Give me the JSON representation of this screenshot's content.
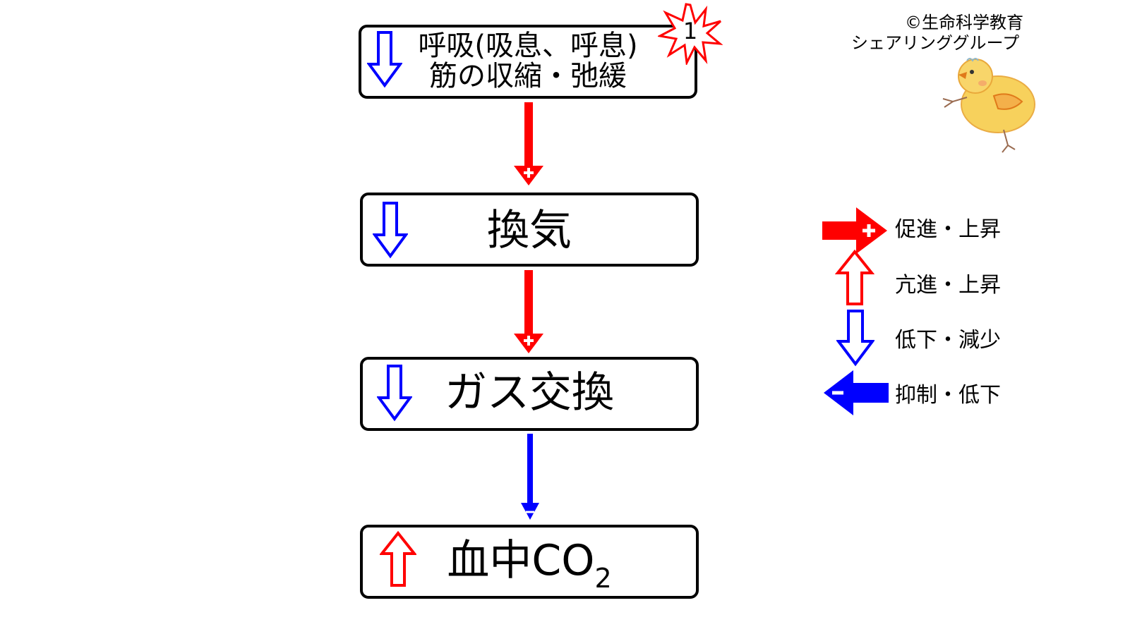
{
  "diagram": {
    "box1": {
      "line1": "呼吸(吸息、呼息)",
      "line2": "筋の収縮・弛緩",
      "trend": "down"
    },
    "box2": {
      "label": "換気",
      "trend": "down"
    },
    "box3": {
      "label": "ガス交換",
      "trend": "down"
    },
    "box4": {
      "label": "血中CO",
      "subscript": "2",
      "trend": "up"
    },
    "badge": "1",
    "links": [
      {
        "from": "box1",
        "to": "box2",
        "effect": "promote",
        "sign": "+",
        "color": "#ff0000"
      },
      {
        "from": "box2",
        "to": "box3",
        "effect": "promote",
        "sign": "+",
        "color": "#ff0000"
      },
      {
        "from": "box3",
        "to": "box4",
        "effect": "inhibit",
        "sign": "−",
        "color": "#0000ff"
      }
    ]
  },
  "credit": {
    "line1": "©生命科学教育",
    "line2": "シェアリンググループ",
    "mascot": "chick-drawing"
  },
  "legend": [
    {
      "symbol": "red-plus-arrow",
      "label": "促進・上昇"
    },
    {
      "symbol": "red-outline-up-arrow",
      "label": "亢進・上昇"
    },
    {
      "symbol": "blue-outline-down-arrow",
      "label": "低下・減少"
    },
    {
      "symbol": "blue-minus-arrow",
      "label": "抑制・低下"
    }
  ],
  "colors": {
    "promote": "#ff0000",
    "inhibit": "#0000ff",
    "up": "#ff0000",
    "down": "#0000ff",
    "badge": "#ff0000"
  }
}
